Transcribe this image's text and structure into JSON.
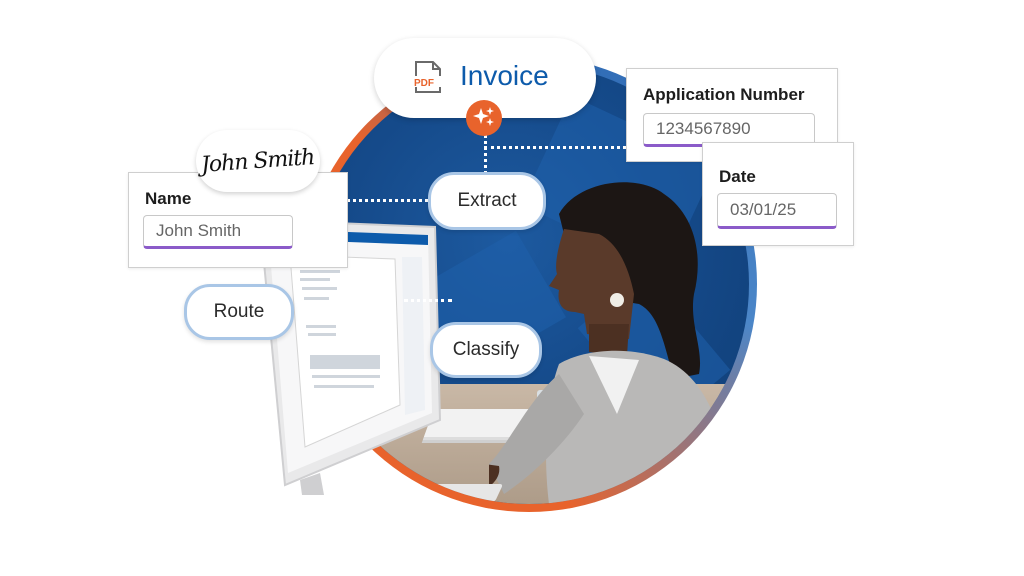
{
  "invoice": {
    "title": "Invoice",
    "file_badge": "PDF"
  },
  "signature": {
    "text": "John Smith"
  },
  "name_card": {
    "label": "Name",
    "value": "John Smith"
  },
  "app_card": {
    "label": "Application Number",
    "value": "1234567890"
  },
  "date_card": {
    "label": "Date",
    "value": "03/01/25"
  },
  "actions": {
    "extract": "Extract",
    "route": "Route",
    "classify": "Classify"
  },
  "colors": {
    "accent_orange": "#e8632c",
    "navy": "#0f3c73",
    "brand_blue": "#0d5bab",
    "field_underline": "#8b5bc9",
    "pill_border": "#a9c6e6"
  }
}
